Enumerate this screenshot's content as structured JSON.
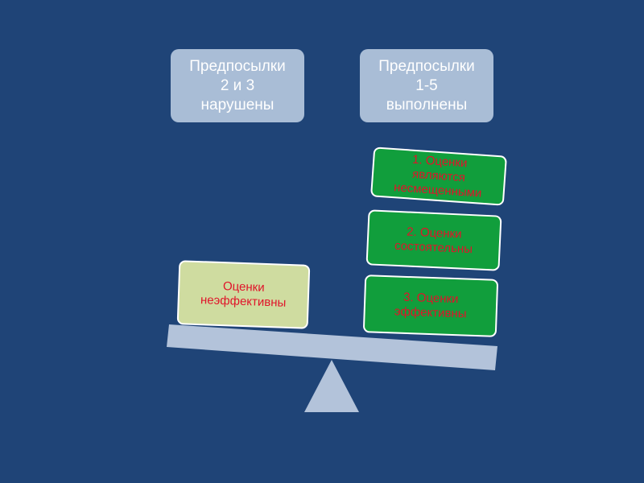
{
  "header": {
    "left": "Предпосылки\n2 и 3\nнарушены",
    "right": "Предпосылки\n1-5\nвыполнены"
  },
  "right_stack": [
    "1. Оценки\nявляются\nнесмещенными",
    "2. Оценки\nсостоятельны",
    "3. Оценки\nэффективны"
  ],
  "left_block": "Оценки\nнеэффективны",
  "colors": {
    "background": "#1f4477",
    "header_box": "#a9bdd6",
    "green_block": "#119e3c",
    "light_block": "#cfdca0",
    "block_text": "#e0142a",
    "beam": "#b3c3da"
  }
}
